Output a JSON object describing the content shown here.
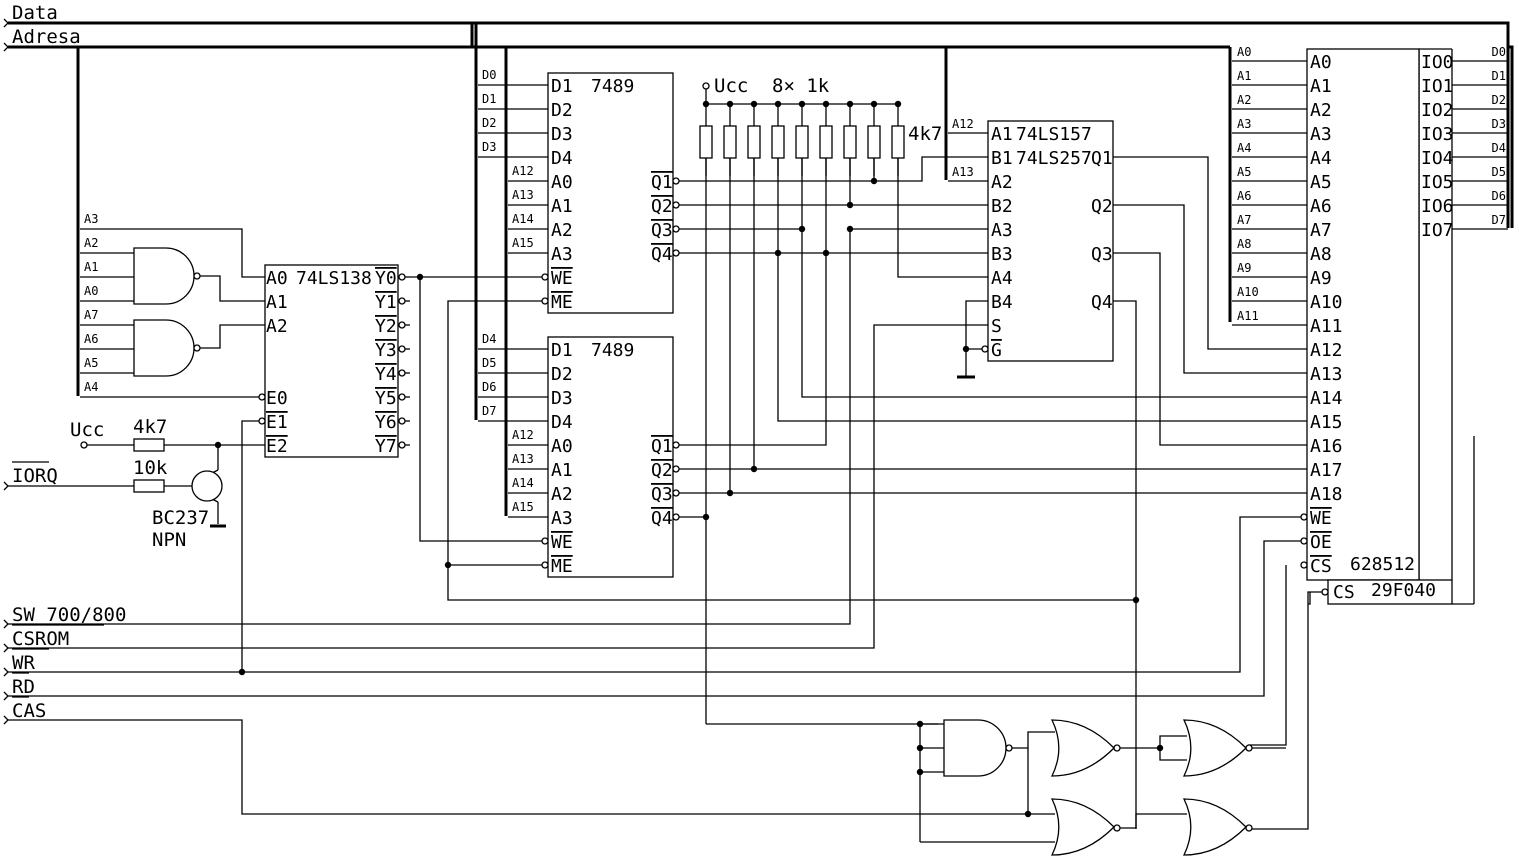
{
  "buses": {
    "data": "Data",
    "address": "Adresa"
  },
  "power": {
    "ucc_left": "Ucc",
    "ucc_top": "Ucc",
    "pullups": "8× 1k",
    "pullup_single": "4k7"
  },
  "components": {
    "decoder": "74LS138",
    "ram1": "7489",
    "ram2": "7489",
    "mux1": "74LS157",
    "mux2": "74LS257",
    "sram": "628512",
    "flash": "29F040",
    "transistor": "BC237",
    "transistor_type": "NPN",
    "res_base": "10k",
    "res_pull": "4k7"
  },
  "signals": {
    "iorq": "IORQ",
    "sw": "SW 700/800",
    "csrom": "CSROM",
    "wr": "WR",
    "rd": "RD",
    "cas": "CAS"
  },
  "pins": {
    "decoder_in": [
      "A0",
      "A1",
      "A2",
      "E0",
      "E1",
      "E2"
    ],
    "decoder_out": [
      "Y0",
      "Y1",
      "Y2",
      "Y3",
      "Y4",
      "Y5",
      "Y6",
      "Y7"
    ],
    "ram_d": [
      "D1",
      "D2",
      "D3",
      "D4"
    ],
    "ram_a": [
      "A0",
      "A1",
      "A2",
      "A3"
    ],
    "ram_ctrl": [
      "WE",
      "ME"
    ],
    "ram_q": [
      "Q1",
      "Q2",
      "Q3",
      "Q4"
    ],
    "mux_in": [
      "A1",
      "B1",
      "A2",
      "B2",
      "A3",
      "B3",
      "A4",
      "B4",
      "S",
      "G"
    ],
    "mux_out": [
      "Q1",
      "Q2",
      "Q3",
      "Q4"
    ],
    "mem_a": [
      "A0",
      "A1",
      "A2",
      "A3",
      "A4",
      "A5",
      "A6",
      "A7",
      "A8",
      "A9",
      "A10",
      "A11",
      "A12",
      "A13",
      "A14",
      "A15",
      "A16",
      "A17",
      "A18"
    ],
    "mem_ctrl": [
      "WE",
      "OE",
      "CS"
    ],
    "flash_cs": "CS",
    "mem_io": [
      "IO0",
      "IO1",
      "IO2",
      "IO3",
      "IO4",
      "IO5",
      "IO6",
      "IO7"
    ]
  },
  "bus_taps": {
    "addr_gates": [
      "A3",
      "A2",
      "A1",
      "A0",
      "A7",
      "A6",
      "A5",
      "A4"
    ],
    "data_ram1": [
      "D0",
      "D1",
      "D2",
      "D3"
    ],
    "data_ram2": [
      "D4",
      "D5",
      "D6",
      "D7"
    ],
    "addr_ram1": [
      "A12",
      "A13",
      "A14",
      "A15"
    ],
    "addr_ram2": [
      "A12",
      "A13",
      "A14",
      "A15"
    ],
    "addr_mux": [
      "A12",
      "A13"
    ],
    "addr_mem": [
      "A0",
      "A1",
      "A2",
      "A3",
      "A4",
      "A5",
      "A6",
      "A7",
      "A8",
      "A9",
      "A10",
      "A11"
    ],
    "data_mem": [
      "D0",
      "D1",
      "D2",
      "D3",
      "D4",
      "D5",
      "D6",
      "D7"
    ]
  }
}
